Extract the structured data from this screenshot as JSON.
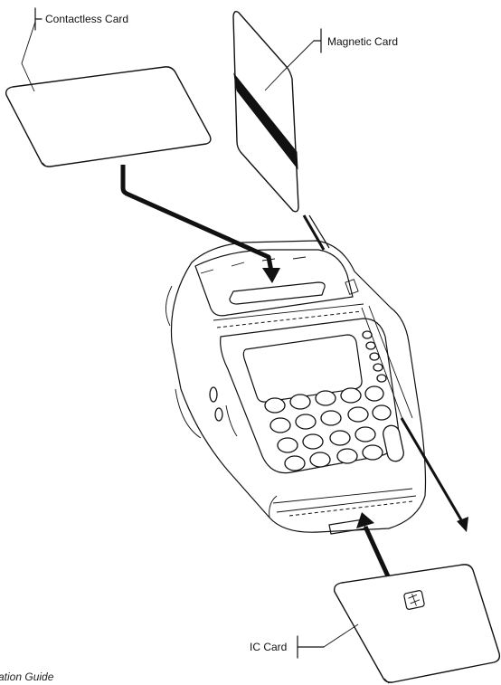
{
  "labels": {
    "contactless": "Contactless Card",
    "magnetic": "Magnetic Card",
    "ic": "IC Card"
  },
  "footer": {
    "text": "ation Guide"
  }
}
